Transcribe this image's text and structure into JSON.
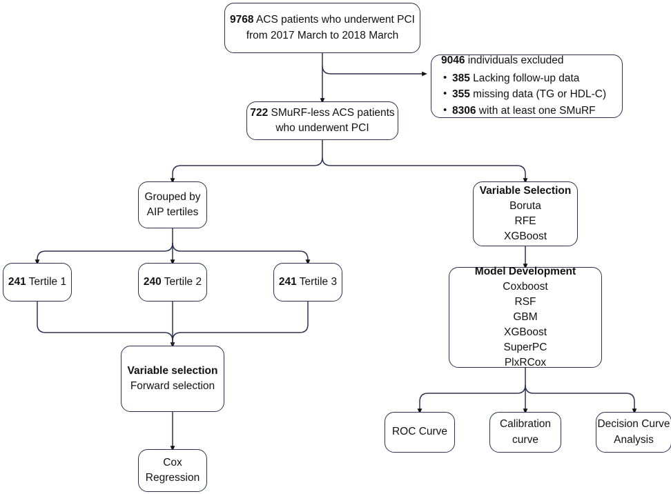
{
  "diagram": {
    "title": "Study flow diagram",
    "stroke_color": "#2b3050",
    "text_color": "#111111",
    "background": "#ffffff"
  },
  "nodes": {
    "cohort": {
      "num": "9768",
      "line1_rest": " ACS patients who underwent PCI",
      "line2": "from 2017 March to 2018 March"
    },
    "excluded": {
      "num": "9046",
      "title_rest": " individuals excluded",
      "items": [
        {
          "num": "385",
          "rest": " Lacking follow-up data"
        },
        {
          "num": "355",
          "rest": " missing data (TG or HDL-C)"
        },
        {
          "num": "8306",
          "rest": " with at least one SMuRF"
        }
      ]
    },
    "smurfless": {
      "num": "722",
      "line1_rest": " SMuRF-less ACS patients",
      "line2": "who underwent PCI"
    },
    "grouped": {
      "line1": "Grouped by",
      "line2": "AIP tertiles"
    },
    "variable_selection_right": {
      "header": "Variable Selection",
      "items": [
        "Boruta",
        "RFE",
        "XGBoost"
      ]
    },
    "tertile1": {
      "num": "241",
      "rest": " Tertile 1"
    },
    "tertile2": {
      "num": "240",
      "rest": " Tertile 2"
    },
    "tertile3": {
      "num": "241",
      "rest": " Tertile 3"
    },
    "model_development": {
      "header": "Model Development",
      "items": [
        "Coxboost",
        "RSF",
        "GBM",
        "XGBoost",
        "SuperPC",
        "PlxRCox"
      ]
    },
    "variable_selection_left": {
      "header": "Variable selection",
      "sub": "Forward selection"
    },
    "cox_regression": {
      "line1": "Cox",
      "line2": "Regression"
    },
    "roc_curve": {
      "line1": "ROC Curve"
    },
    "calibration_curve": {
      "line1": "Calibration",
      "line2": "curve"
    },
    "decision_curve": {
      "line1": "Decision Curve",
      "line2": "Analysis"
    }
  }
}
